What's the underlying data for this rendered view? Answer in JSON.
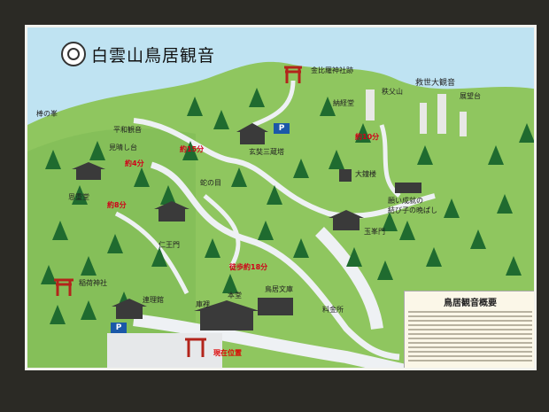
{
  "title": "白雲山鳥居観音",
  "labels": {
    "konpira": "金比羅神社跡",
    "kyusei": "救世大観音",
    "chichibu": "秩父山",
    "tenbo": "展望台",
    "heiwa": "平和観音",
    "bo": "棒の峯",
    "mi": "見晴し台",
    "nokotsu": "納経堂",
    "genjo": "玄奘三蔵塔",
    "daisho": "大鐘楼",
    "onshin": "恩重堂",
    "hebi": "蛇の目",
    "nenju": "願い成就の\n結び子の晩ぱし",
    "gyoku": "玉峯門",
    "nio": "仁王門",
    "inari": "稲荷神社",
    "renri": "連理館",
    "kuri": "庫裡",
    "hondo": "本堂",
    "torii_bunko": "鳥居文庫",
    "sankinsho": "料金所",
    "here": "現在位置",
    "t4": "約4分",
    "t8": "約8分",
    "t15": "約15分",
    "t10": "約10分",
    "t18": "徒歩約18分",
    "p": "P"
  },
  "info": {
    "heading": "鳥居観音概要"
  }
}
